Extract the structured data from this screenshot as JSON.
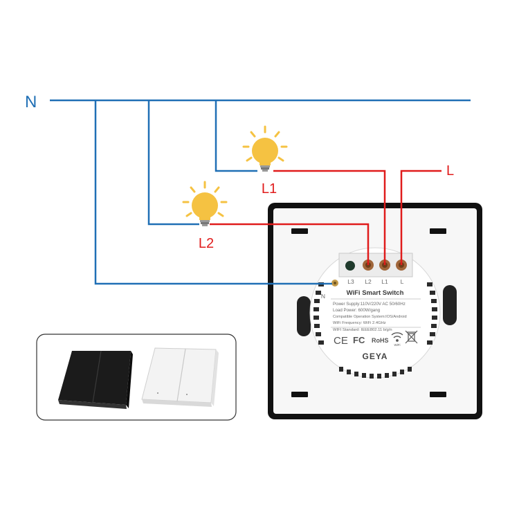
{
  "labels": {
    "neutral": "N",
    "live": "L",
    "lamp1": "L1",
    "lamp2": "L2"
  },
  "terminals": {
    "t1": "L3",
    "t2": "L2",
    "t3": "L1",
    "t4": "L",
    "neutral": "N"
  },
  "module": {
    "title": "WiFi Smart Switch",
    "spec_power": "Power Supply:110V/220V AC  50/60Hz",
    "spec_load": "Load Power: 600W/gang",
    "spec_os": "Compatible Operation System:IOS/Android",
    "spec_freq": "WiFi Frequency: WiFi 2.4GHz",
    "spec_std": "WIFI Standard: IEEE802.11 b/g/n",
    "cert_ce": "CE",
    "cert_fc": "FC",
    "cert_rohs": "RoHS",
    "cert_wifi": "WiFi",
    "brand": "GEYA"
  },
  "colors": {
    "neutral_wire": "#1f6fb5",
    "live_wire": "#e01b1b",
    "bulb": "#f5c242"
  },
  "icons": {
    "bulb": "light-bulb-icon",
    "wifi": "wifi-icon",
    "recycle": "weee-bin-icon"
  }
}
